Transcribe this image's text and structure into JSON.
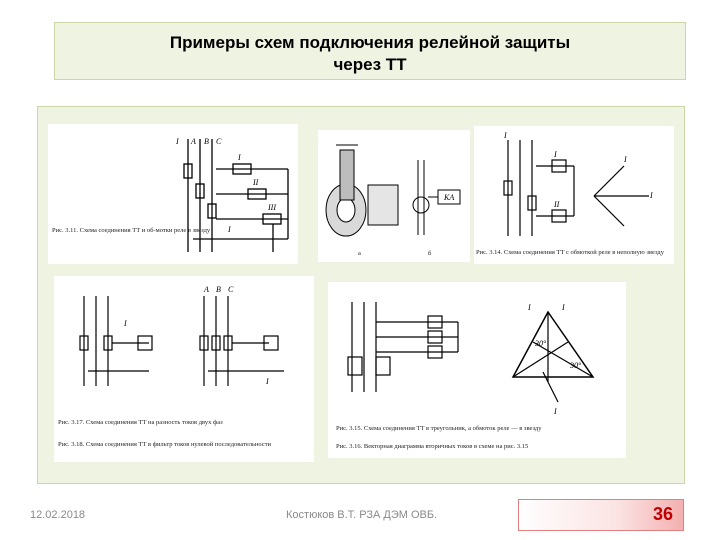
{
  "slide": {
    "title_line1": "Примеры схем подключения релейной защиты",
    "title_line2": "через ТТ",
    "footer_date": "12.02.2018",
    "footer_text": "Костюков В.Т. РЗА ДЭМ ОВБ.",
    "page_number": "36"
  },
  "figures": {
    "fig1_caption": "Рис. 3.11. Схема соединения ТТ и об-мотки реле в звезду",
    "fig2_caption_a": "а",
    "fig2_caption_b": "б",
    "fig3_caption": "Рис. 3.14. Схема соединения ТТ с обмоткой реле в неполную звезду",
    "fig4_caption1": "Рис. 3.17. Схема соединения ТТ на разность токов двух фаз",
    "fig4_caption2": "Рис. 3.18. Схема соединения ТТ в фильтр токов нулевой последовательности",
    "fig5_caption1": "Рис. 3.15. Схема соединения ТТ в треугольник, а обмоток реле — в звезду",
    "fig5_caption2": "Рис. 3.16. Векторная диаграмма вторичных токов в схеме на рис. 3.15"
  },
  "colors": {
    "title_bg": "#eef3e2",
    "page_number": "#c00000",
    "footer_text": "#8a8a8a"
  }
}
